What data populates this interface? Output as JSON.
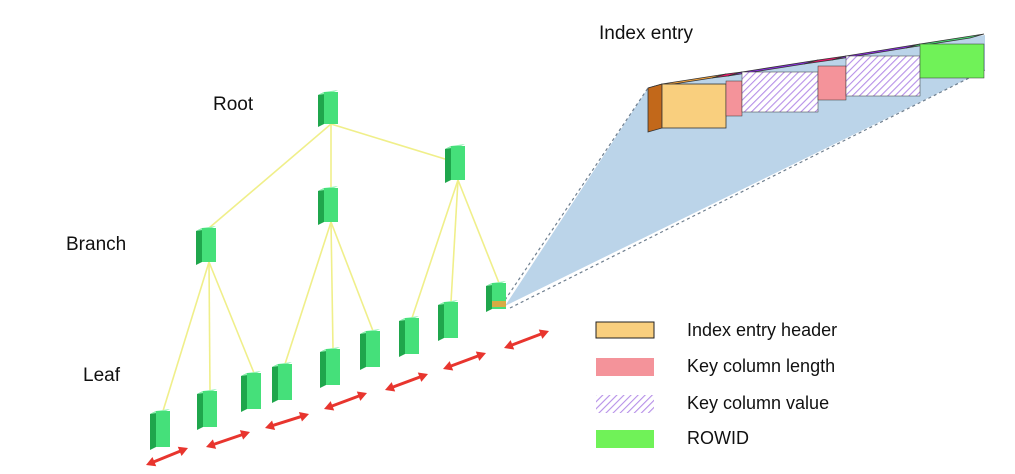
{
  "labels": {
    "root": "Root",
    "branch": "Branch",
    "leaf": "Leaf",
    "index_entry": "Index entry"
  },
  "legend": [
    {
      "label": "Index entry header",
      "color": "#f9cf7e",
      "pattern": "solid",
      "border": true
    },
    {
      "label": "Key column length",
      "color": "#f4939a",
      "pattern": "solid",
      "border": false
    },
    {
      "label": "Key column value",
      "color": "#a77ce0",
      "pattern": "hatch",
      "border": false
    },
    {
      "label": "ROWID",
      "color": "#70f258",
      "pattern": "solid",
      "border": false
    }
  ],
  "colors": {
    "block_front": "#45e07a",
    "block_side": "#1fa64c",
    "block_top": "#8ef2b0",
    "tree_line": "#f0ef8a",
    "arrow": "#e8352e",
    "zoom_fill": "#b7d2e8",
    "header_side": "#c2681a",
    "header_top": "#f2a23c",
    "length_top": "#e8176a",
    "value_top": "#8a2ee0",
    "rowid_top": "#4ad672"
  }
}
